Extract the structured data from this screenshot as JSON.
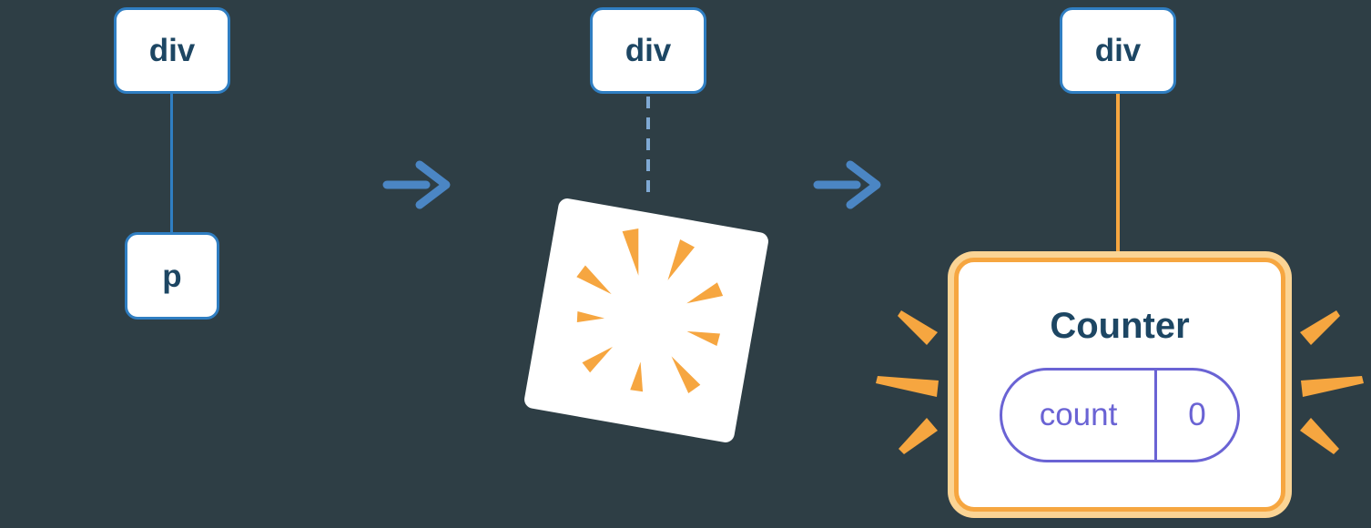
{
  "colors": {
    "background": "#2E3E45",
    "node_border_blue": "#2F7EC2",
    "label_navy": "#1D4663",
    "arrow_blue": "#4B86C4",
    "dashed_blue": "#7FA9D4",
    "accent_orange": "#F6A640",
    "accent_orange_light": "#FBD494",
    "state_indigo": "#6A63D4"
  },
  "stage1": {
    "parent_label": "div",
    "child_label": "p"
  },
  "stage2": {
    "parent_label": "div"
  },
  "stage3": {
    "parent_label": "div",
    "card_title": "Counter",
    "state_label": "count",
    "state_value": "0"
  },
  "icons": {
    "arrow": "arrow-right-icon",
    "burst": "poof-burst-icon",
    "sparkle": "sparkle-icon"
  }
}
